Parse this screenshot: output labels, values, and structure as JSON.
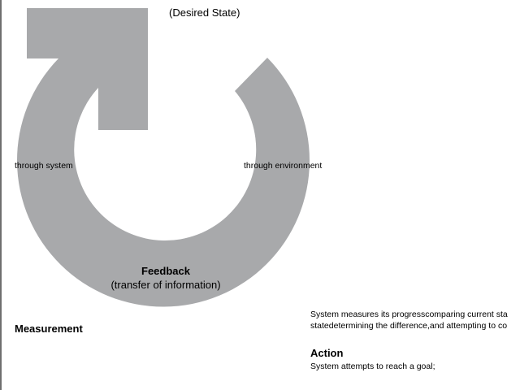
{
  "diagram": {
    "desired_state": "(Desired State)",
    "through_system": "through system",
    "through_environment": "through environment",
    "feedback_title": "Feedback",
    "feedback_subtitle": "(transfer of information)",
    "measurement_title": "Measurement",
    "measurement_desc_line1": "System measures its progresscomparing current sta",
    "measurement_desc_line2": "statedetermining the difference,and attempting to co",
    "action_title": "Action",
    "action_desc": "System attempts to reach a goal;",
    "colors": {
      "loop": "#a8a9ab",
      "background": "#ffffff",
      "text": "#000000"
    }
  }
}
